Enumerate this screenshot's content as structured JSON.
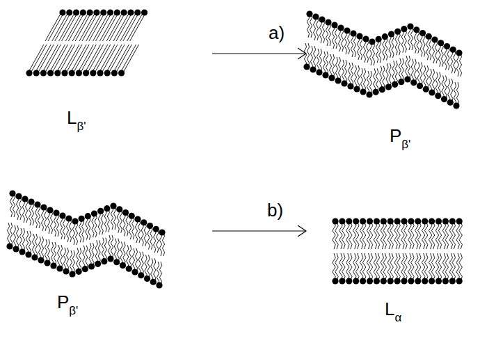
{
  "diagram": {
    "labels": [
      "a)",
      "Lβ'",
      "Pβ'",
      "b)",
      "Pβ'",
      "Lα"
    ]
  }
}
